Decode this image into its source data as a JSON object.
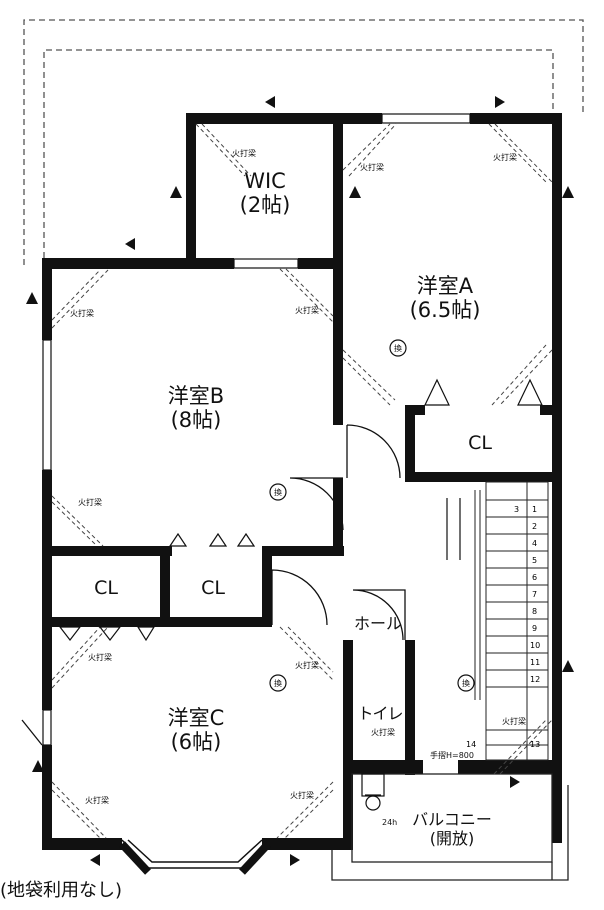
{
  "rooms": {
    "wic": {
      "name": "WIC",
      "size": "(2帖)"
    },
    "yoA": {
      "name": "洋室A",
      "size": "(6.5帖)"
    },
    "yoB": {
      "name": "洋室B",
      "size": "(8帖)"
    },
    "yoC": {
      "name": "洋室C",
      "size": "(6帖)"
    },
    "cl1": "CL",
    "cl2": "CL",
    "cl3": "CL",
    "hall": "ホール",
    "toilet": "トイレ",
    "balcony": {
      "name": "バルコニー",
      "note": "(開放)"
    }
  },
  "annotations": {
    "fire_beam": "火打梁",
    "ventilation": "換",
    "stair_note": "手摺H=800",
    "vent_24h": "24h",
    "bottom_note": "(地袋利用なし)"
  },
  "stairs": [
    "1",
    "2",
    "3",
    "4",
    "5",
    "6",
    "7",
    "8",
    "9",
    "10",
    "11",
    "12",
    "13",
    "14"
  ],
  "colors": {
    "wall": "#111111",
    "line": "#222222",
    "background": "#ffffff"
  }
}
